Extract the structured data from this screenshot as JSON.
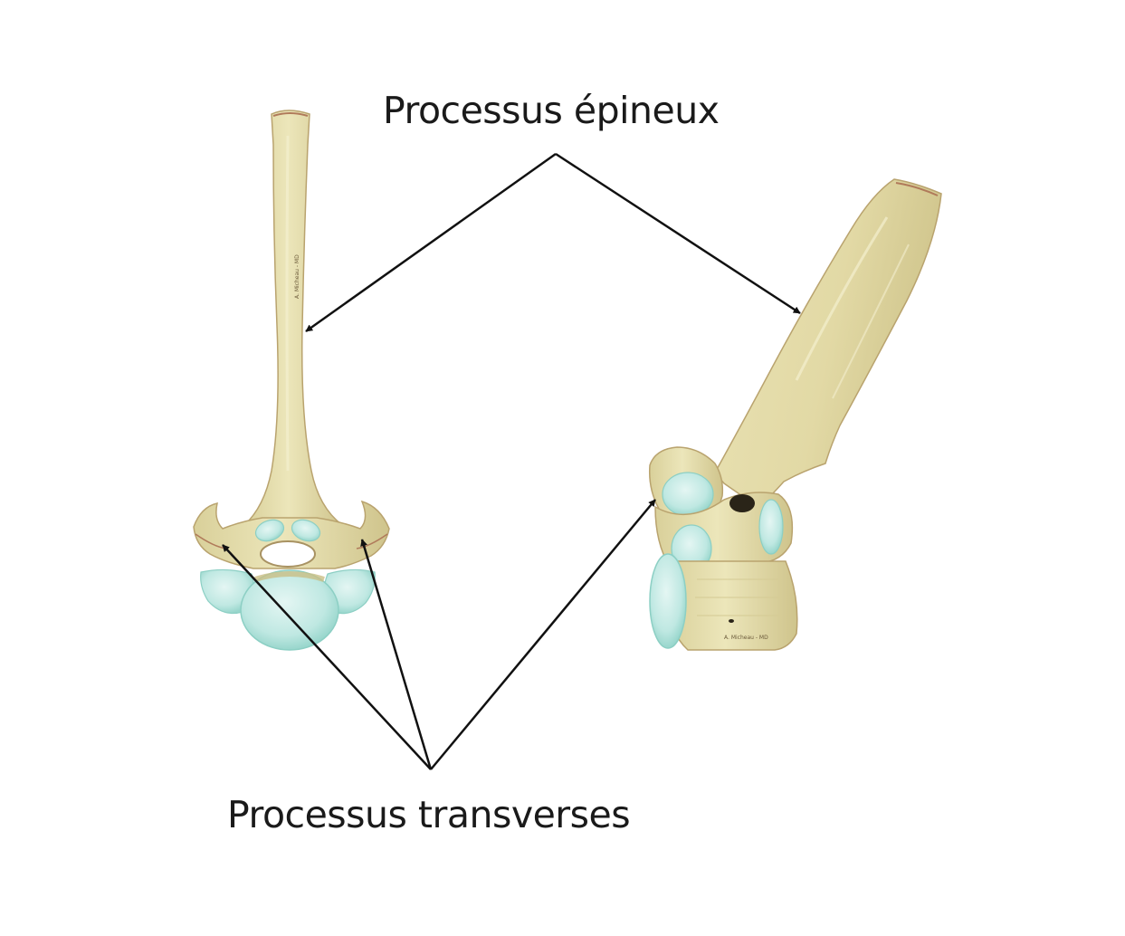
{
  "labels": {
    "spinous": "Processus épineux",
    "transverse": "Processus transverses"
  },
  "credits": {
    "left": "A. Micheau - MD",
    "right": "A. Micheau - MD"
  },
  "colors": {
    "bone": "#e6dfae",
    "bone_shadow": "#c9be84",
    "bone_edge": "#b08c5e",
    "cartilage": "#bfe8e2",
    "cartilage_edge": "#8ccfc4",
    "arrow": "#111111"
  }
}
